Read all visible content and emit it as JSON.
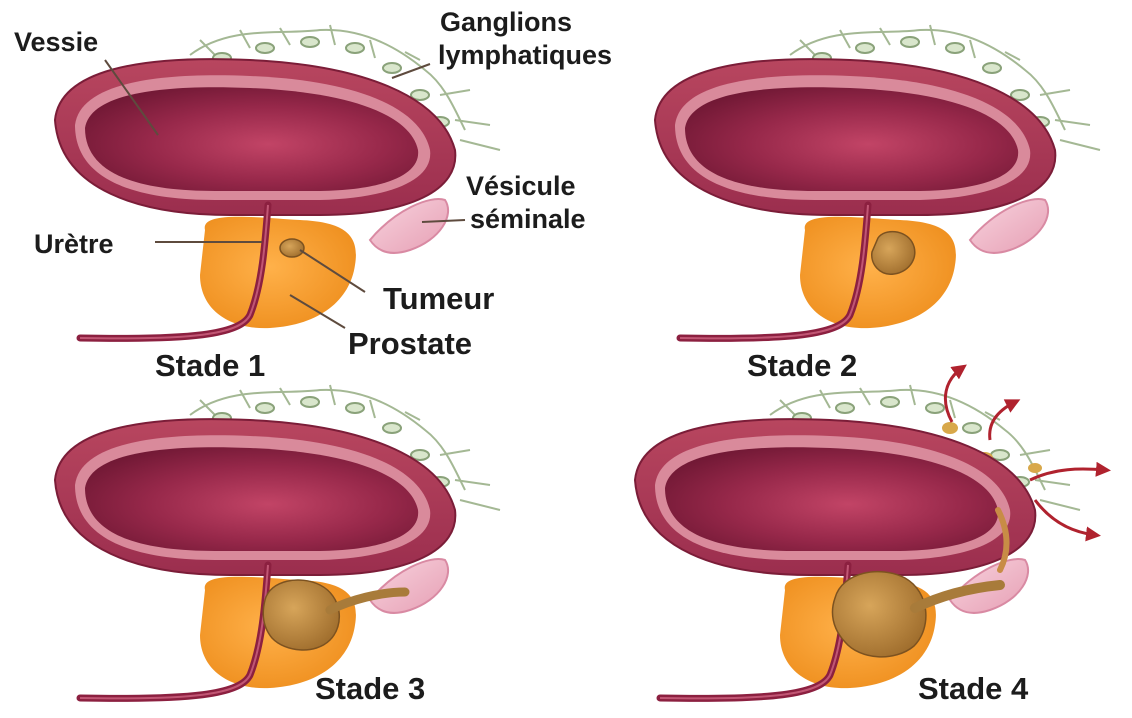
{
  "labels": {
    "vessie": "Vessie",
    "ganglions_line1": "Ganglions",
    "ganglions_line2": "lymphatiques",
    "vesicule_line1": "Vésicule",
    "vesicule_line2": "séminale",
    "uretre": "Urètre",
    "tumeur": "Tumeur",
    "prostate": "Prostate"
  },
  "stages": [
    {
      "title": "Stade 1"
    },
    {
      "title": "Stade 2"
    },
    {
      "title": "Stade 3"
    },
    {
      "title": "Stade 4"
    }
  ],
  "colors": {
    "bladder_wall": "#9b2e4e",
    "bladder_inner": "#8c2040",
    "prostate": "#f39a2a",
    "tumor": "#b88940",
    "seminal_vesicle": "#f1b9c8",
    "lymph_nodes": "#9fb58f",
    "metastasis_arrows": "#b0222e"
  }
}
